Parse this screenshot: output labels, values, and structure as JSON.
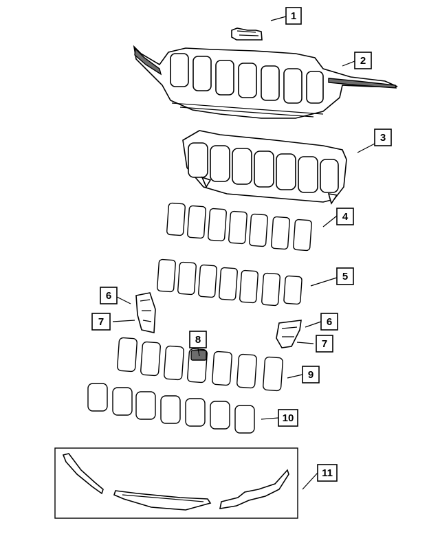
{
  "callouts": [
    {
      "label": "1"
    },
    {
      "label": "2"
    },
    {
      "label": "3"
    },
    {
      "label": "4"
    },
    {
      "label": "5"
    },
    {
      "label": "6"
    },
    {
      "label": "7"
    },
    {
      "label": "6"
    },
    {
      "label": "7"
    },
    {
      "label": "8"
    },
    {
      "label": "9"
    },
    {
      "label": "10"
    },
    {
      "label": "11"
    }
  ]
}
